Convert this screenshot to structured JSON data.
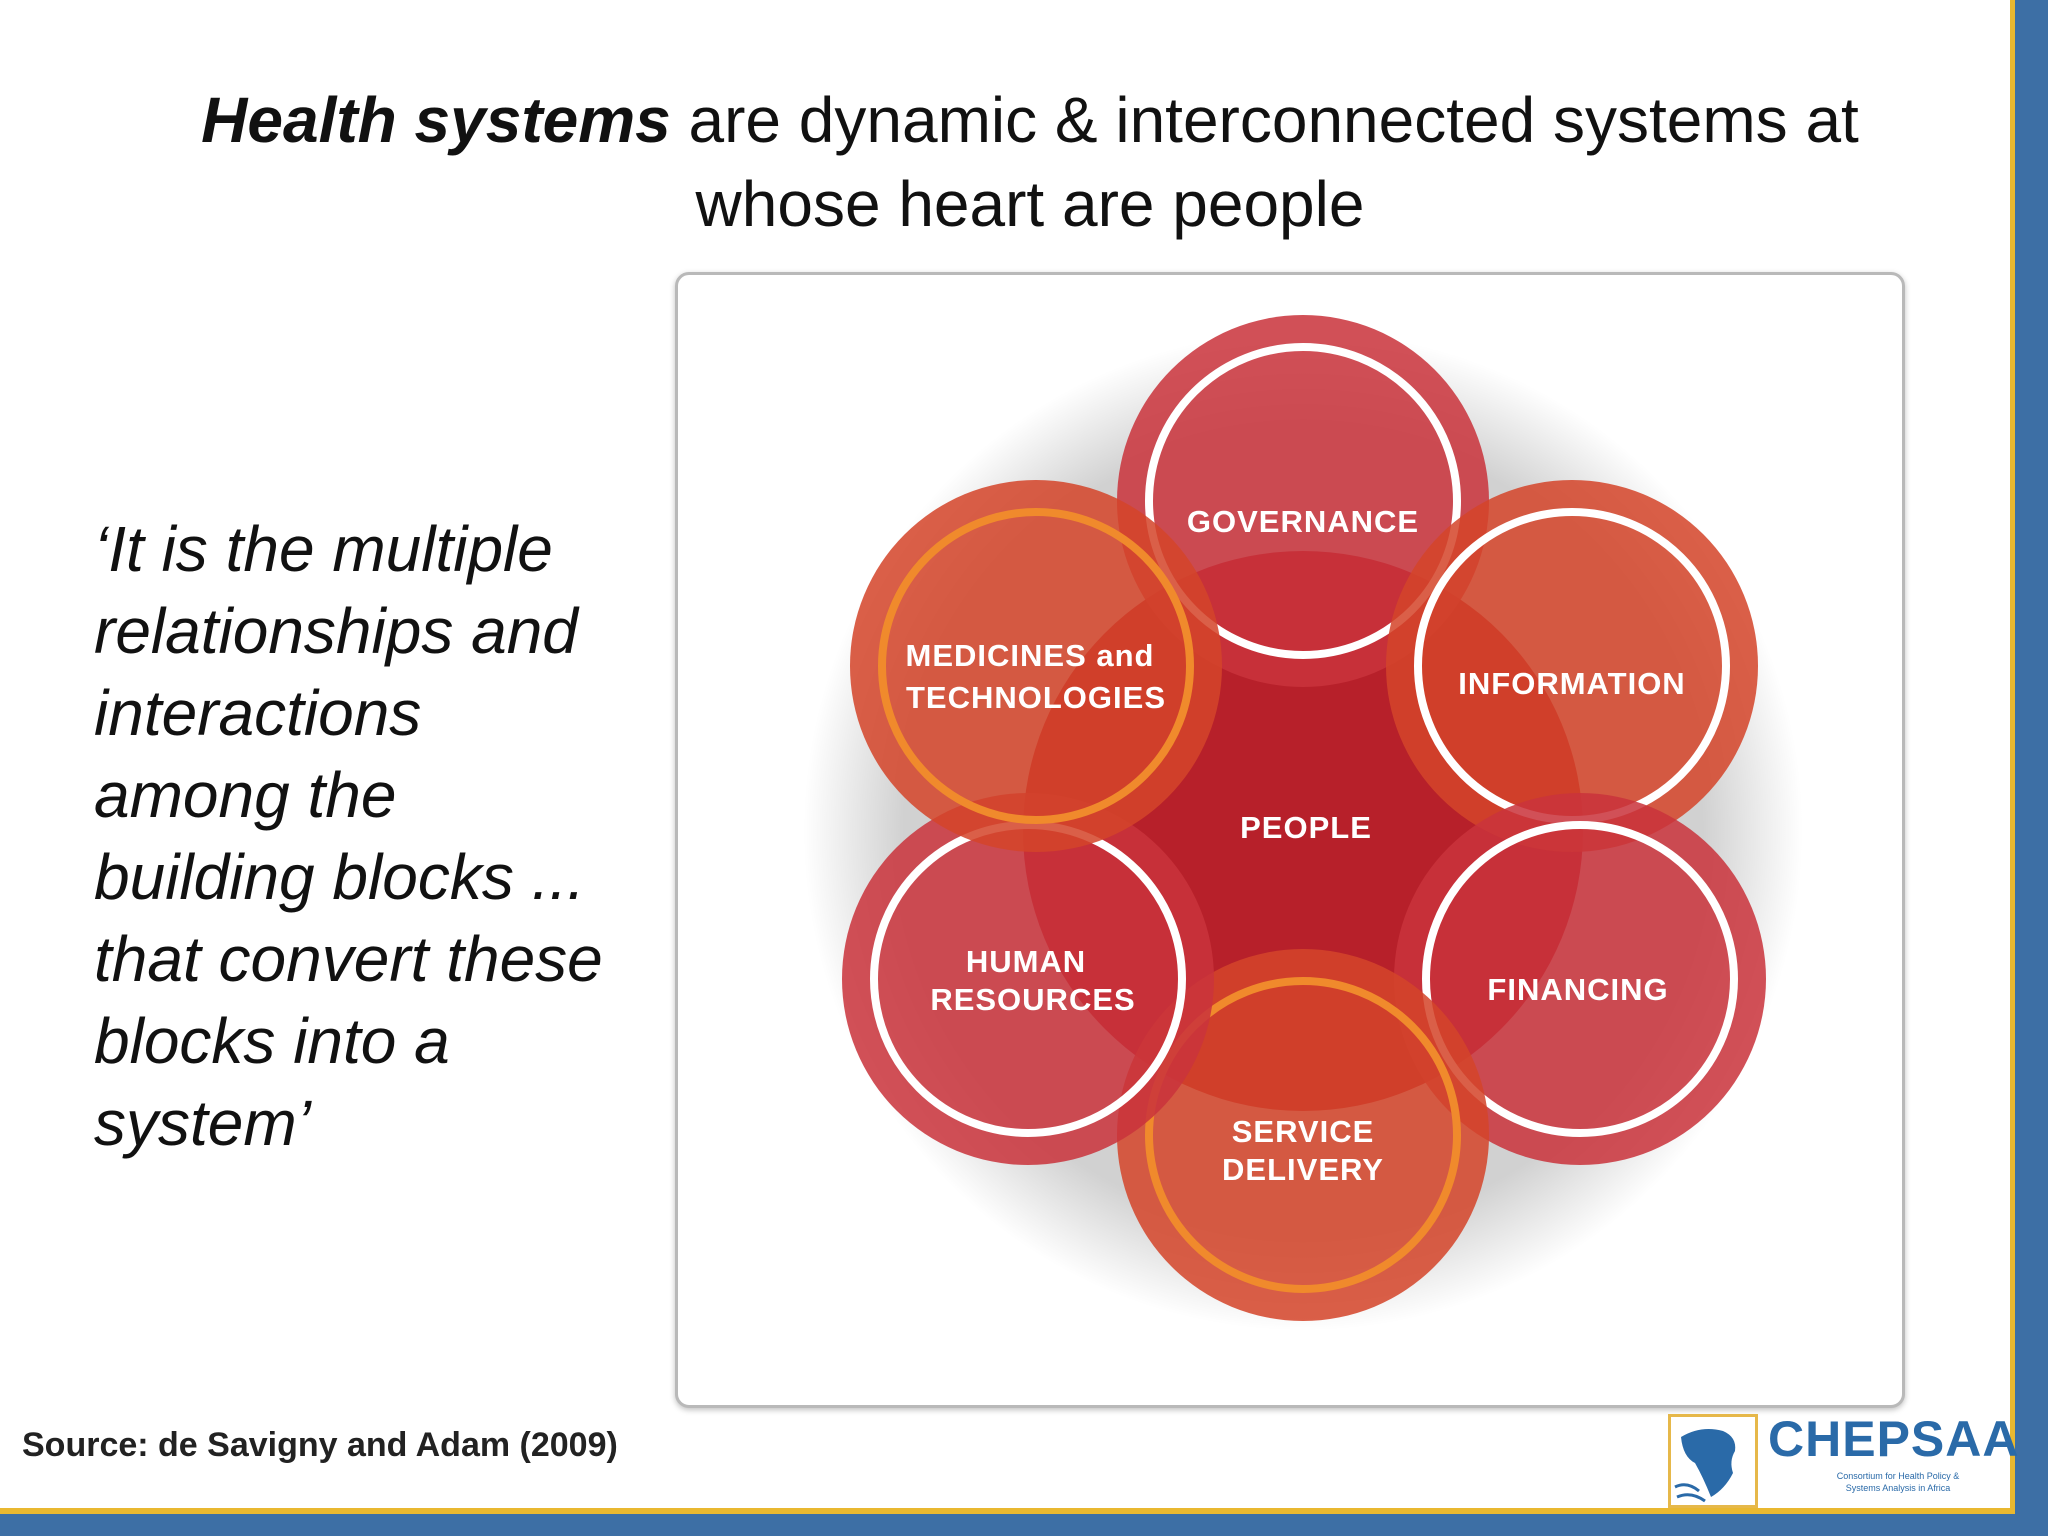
{
  "title": {
    "emphasis": "Health systems",
    "rest_line1": " are dynamic & interconnected systems at",
    "line2": "whose heart are people"
  },
  "quote": {
    "lines": [
      "‘It is the multiple",
      "relationships and",
      "interactions",
      "among the",
      "building blocks ...",
      "that convert these",
      "blocks into a",
      "system’"
    ]
  },
  "diagram": {
    "center_label": "PEOPLE",
    "blocks": [
      {
        "name": "governance",
        "lines": [
          "GOVERNANCE"
        ],
        "color": "#c9333b",
        "ring": "#ffffff"
      },
      {
        "name": "information",
        "lines": [
          "INFORMATION"
        ],
        "color": "#d4452a",
        "ring": "#ffffff"
      },
      {
        "name": "financing",
        "lines": [
          "FINANCING"
        ],
        "color": "#c9333b",
        "ring": "#ffffff"
      },
      {
        "name": "service-delivery",
        "lines": [
          "SERVICE",
          "DELIVERY"
        ],
        "color": "#d4452a",
        "ring": "#f08a2c"
      },
      {
        "name": "human-resources",
        "lines": [
          "HUMAN",
          "RESOURCES"
        ],
        "color": "#c9333b",
        "ring": "#ffffff"
      },
      {
        "name": "medicines-technologies",
        "lines": [
          "MEDICINES and",
          "TECHNOLOGIES"
        ],
        "color": "#d4452a",
        "ring": "#f08a2c"
      }
    ]
  },
  "source": "Source: de Savigny and Adam (2009)",
  "logo": {
    "name": "CHEPSAA",
    "subtitle_lines": [
      "Consortium for Health Policy &",
      "Systems Analysis in Africa"
    ]
  },
  "colors": {
    "accent_blue": "#3d6fa5",
    "accent_gold": "#e9b830",
    "diagram_red": "#c9333b",
    "diagram_orange_red": "#d4452a",
    "ring_orange": "#f08a2c"
  }
}
